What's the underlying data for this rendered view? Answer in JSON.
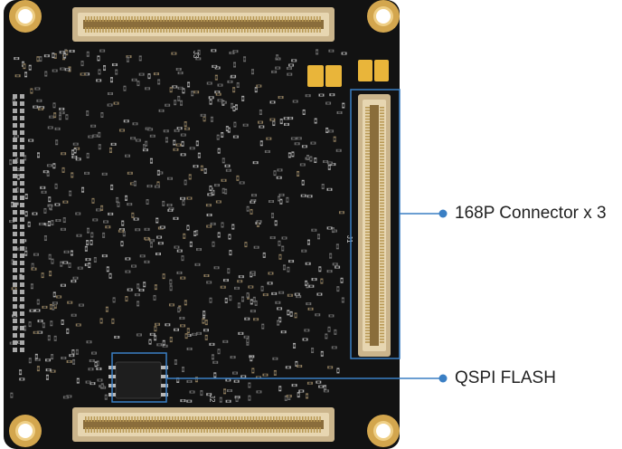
{
  "image": {
    "subject": "pcb-module-bottom-side",
    "colors": {
      "pcb": "#121212",
      "pcb_dark": "#0a0a0a",
      "gold": "#d3a64e",
      "gold_light": "#efcf86",
      "connector_body": "#d9c39a",
      "component_gray": "#b8b8b8",
      "capacitor_yellow": "#e9b53a",
      "callout_blue": "#3a7fc4",
      "label_text": "#222222"
    }
  },
  "silkscreen": {
    "j1": "J1",
    "j2": "J2",
    "j3": "J3"
  },
  "callouts": [
    {
      "id": "connector",
      "text": "168P Connector x 3"
    },
    {
      "id": "flash",
      "text": "QSPI FLASH"
    }
  ]
}
